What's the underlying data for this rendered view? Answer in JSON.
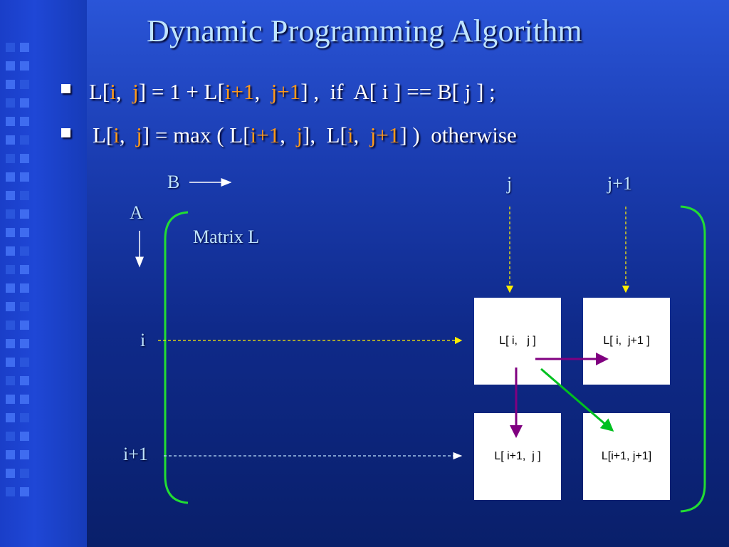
{
  "slide": {
    "title": "Dynamic Programming Algorithm",
    "bullets": [
      {
        "parts": [
          {
            "t": "L[",
            "h": false
          },
          {
            "t": "i",
            "h": true
          },
          {
            "t": ",  ",
            "h": false
          },
          {
            "t": "j",
            "h": true
          },
          {
            "t": "] = 1 + L[",
            "h": false
          },
          {
            "t": "i+1",
            "h": true
          },
          {
            "t": ",  ",
            "h": false
          },
          {
            "t": "j+1",
            "h": true
          },
          {
            "t": "] ,  if  A[ i ] == B[ j ] ;",
            "h": false
          }
        ]
      },
      {
        "parts": [
          {
            "t": "L[",
            "h": false
          },
          {
            "t": "i",
            "h": true
          },
          {
            "t": ",  ",
            "h": false
          },
          {
            "t": "j",
            "h": true
          },
          {
            "t": "] = max ( L[",
            "h": false
          },
          {
            "t": "i+1",
            "h": true
          },
          {
            "t": ",  ",
            "h": false
          },
          {
            "t": "j",
            "h": true
          },
          {
            "t": "],  L[",
            "h": false
          },
          {
            "t": "i",
            "h": true
          },
          {
            "t": ",  ",
            "h": false
          },
          {
            "t": "j+1",
            "h": true
          },
          {
            "t": "] )  otherwise",
            "h": false
          }
        ]
      }
    ]
  },
  "diagram": {
    "label_b": "B",
    "label_a": "A",
    "label_matrix": "Matrix  L",
    "label_j": "j",
    "label_j1": "j+1",
    "label_i": "i",
    "label_i1": "i+1",
    "cells": {
      "tl": "L[ i,   j ]",
      "tr": "L[ i,  j+1 ]",
      "bl": "L[ i+1,  j ]",
      "br": "L[i+1, j+1]"
    }
  },
  "colors": {
    "label": "#bfe4ff",
    "highlight": "#ff9a1a",
    "bracket": "#22dd33",
    "guide_yellow": "#ffee00",
    "arrow_purple": "#800080",
    "arrow_green": "#00c020"
  }
}
